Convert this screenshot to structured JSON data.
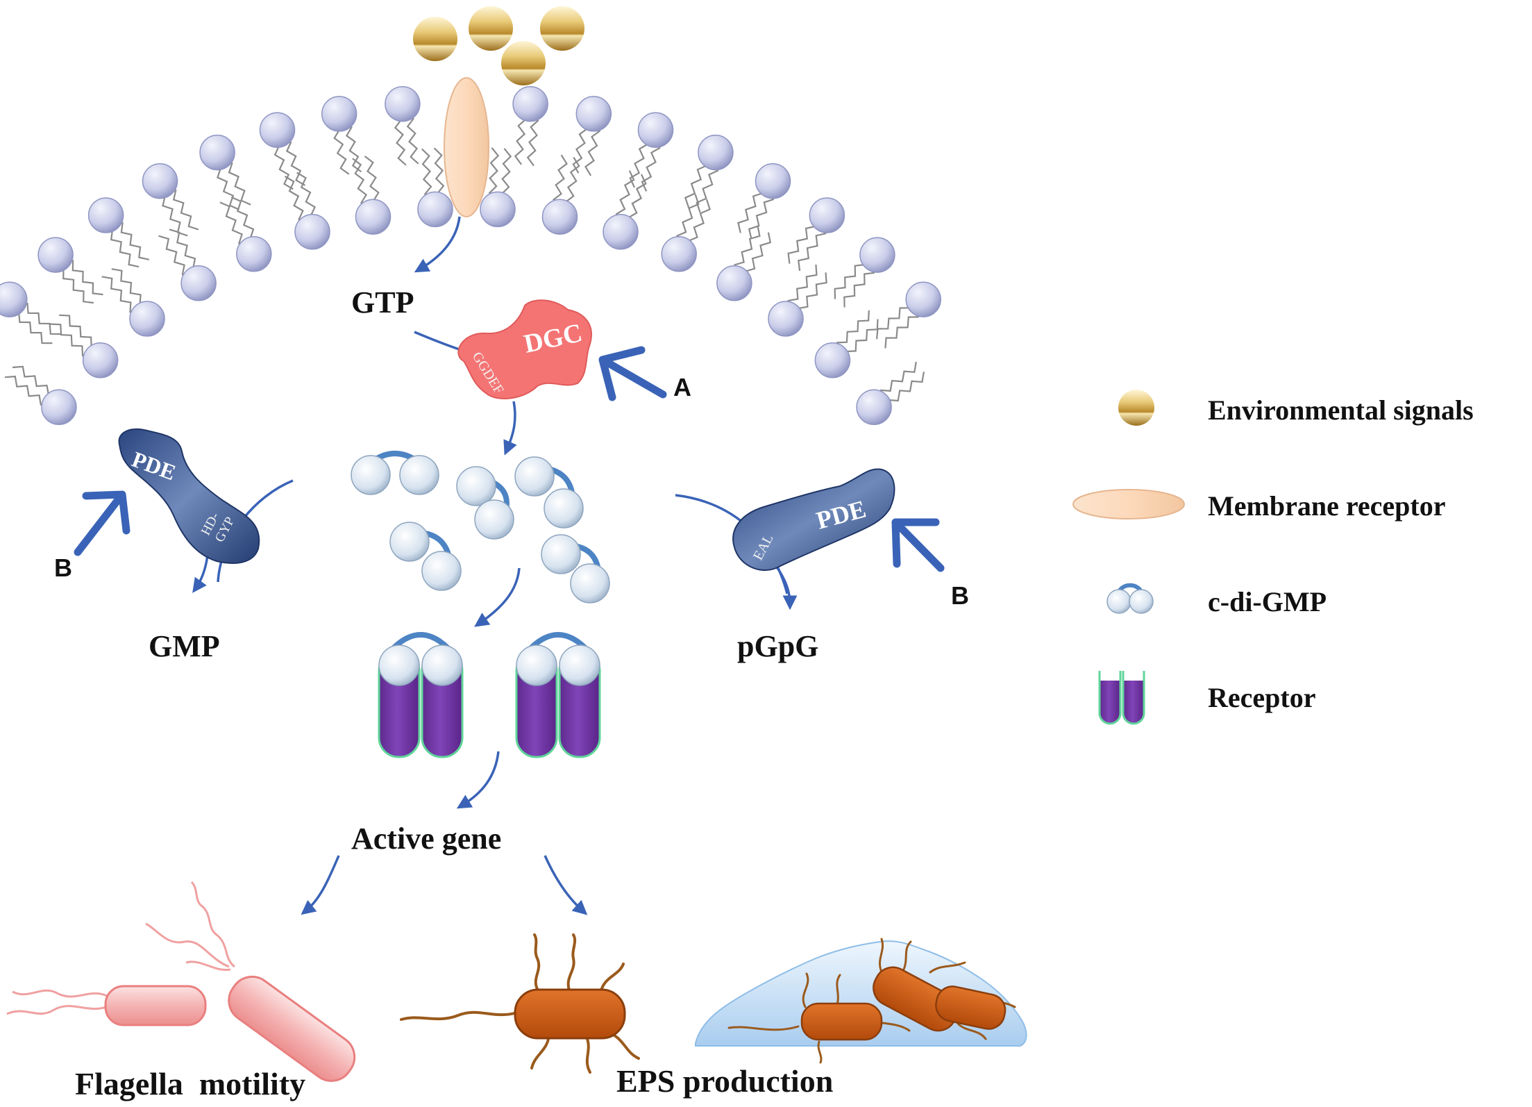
{
  "colors": {
    "phospholipid_head": "#c9cde9",
    "signal_gold": "#c9a13e",
    "membrane_receptor": "#fbdcc0",
    "dgc_enzyme": "#f47474",
    "pde_enzyme": "#34538f",
    "cdigmp_sphere": "#d6e2ef",
    "cdigmp_link": "#4d84c4",
    "receptor_purple": "#7236a8",
    "receptor_edge": "#5fd49a",
    "arrow_blue": "#3a63b7",
    "flagella_pink": "#f0a0a0",
    "eps_brown": "#c85810",
    "eps_matrix": "#c8e0f6"
  },
  "icons": [
    "signal-sphere-icon",
    "membrane-receptor-icon",
    "c-di-gmp-icon",
    "receptor-icon"
  ],
  "labels": {
    "gtp": "GTP",
    "gmp": "GMP",
    "pgpg": "pGpG",
    "active_gene": "Active gene",
    "flagella": "Flagella  motility",
    "eps": "EPS production",
    "marker_a": "A",
    "marker_b_left": "B",
    "marker_b_right": "B"
  },
  "enzymes": {
    "dgc": {
      "name": "DGC",
      "domain": "GGDEF"
    },
    "pde_left": {
      "name": "PDE",
      "domain_line1": "HD-",
      "domain_line2": "GYP"
    },
    "pde_right": {
      "name": "PDE",
      "domain": "EAL"
    }
  },
  "legend": [
    {
      "icon": "signal-sphere-icon",
      "label": "Environmental signals"
    },
    {
      "icon": "membrane-receptor-icon",
      "label": "Membrane receptor"
    },
    {
      "icon": "c-di-gmp-icon",
      "label": "c-di-GMP"
    },
    {
      "icon": "receptor-icon",
      "label": "Receptor"
    }
  ]
}
